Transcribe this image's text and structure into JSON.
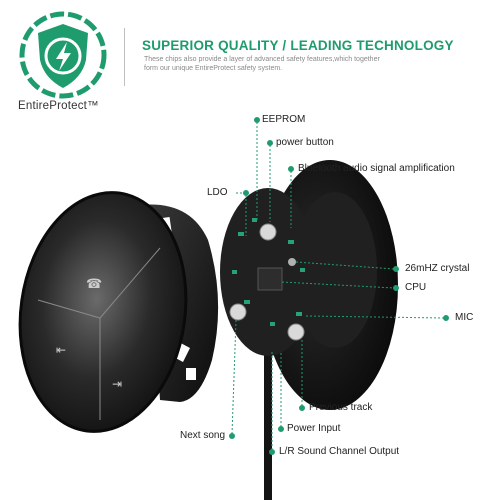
{
  "header": {
    "brand": "EntireProtect™",
    "headline": "SUPERIOR QUALITY / LEADING TECHNOLOGY",
    "description_line1": "These chips also provide a layer of advanced safety features,which together",
    "description_line2": "form our unique EntireProtect safety system.",
    "badge_icon": "shield-lightning-icon",
    "accent_color": "#1f9c6d"
  },
  "labels": {
    "eeprom": "EEPROM",
    "power_button": "power button",
    "bluetooth": "Bluetooth audio signal amplification",
    "ldo": "LDO",
    "crystal": "26mHZ crystal",
    "cpu": "CPU",
    "mic": "MIC",
    "previous_track": "Previous track",
    "next_song": "Next song",
    "power_input": "Power Input",
    "lr_output": "L/R Sound Channel Output"
  }
}
